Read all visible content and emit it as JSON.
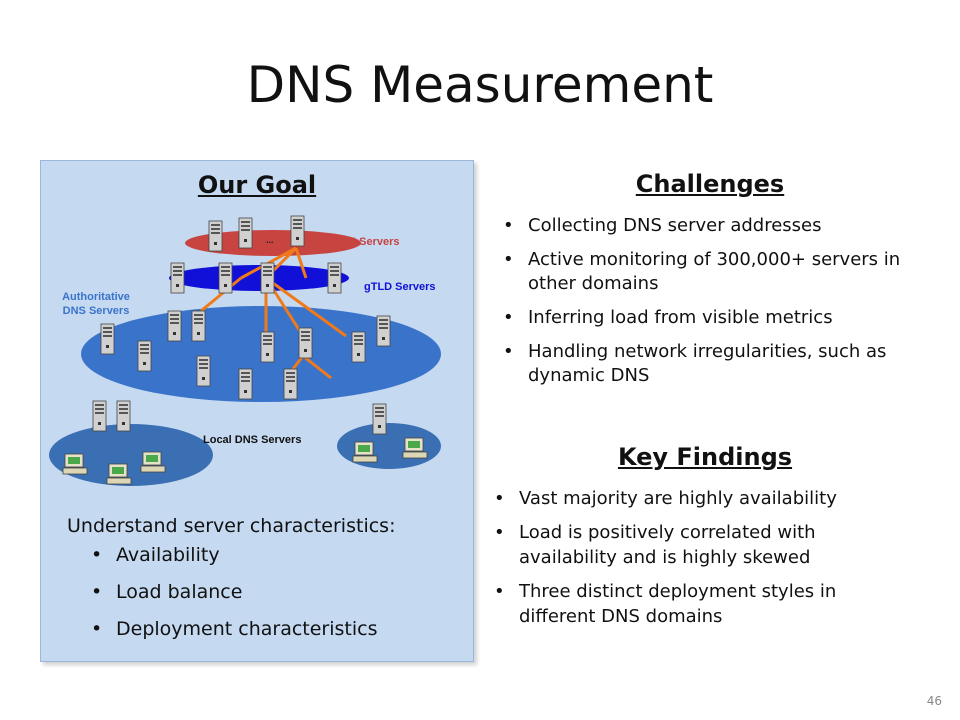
{
  "slide": {
    "title": "DNS Measurement",
    "page_number": "46"
  },
  "goal": {
    "heading": "Our Goal",
    "diagram": {
      "root_label": "Root Servers",
      "gtld_label": "gTLD Servers",
      "auth_label_line1": "Authoritative",
      "auth_label_line2": "DNS Servers",
      "local_label": "Local DNS Servers",
      "ellipsis": "...",
      "colors": {
        "root": "#c74440",
        "gtld": "#1010d8",
        "auth": "#3a74ca",
        "local": "#3b6fb3",
        "links": "#f07a1a"
      }
    },
    "intro": "Understand server characteristics:",
    "bullets": [
      "Availability",
      "Load balance",
      "Deployment characteristics"
    ]
  },
  "challenges": {
    "heading": "Challenges",
    "items": [
      "Collecting DNS server addresses",
      "Active monitoring of 300,000+ servers in other domains",
      "Inferring load from visible metrics",
      "Handling network irregularities, such as dynamic DNS"
    ]
  },
  "findings": {
    "heading": "Key Findings",
    "items": [
      "Vast majority are highly availability",
      "Load is positively correlated with availability and is highly skewed",
      "Three distinct deployment styles in different DNS domains"
    ]
  }
}
